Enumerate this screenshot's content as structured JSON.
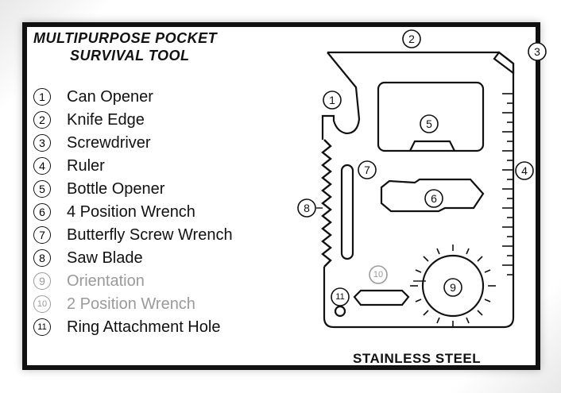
{
  "title": {
    "line1": "MULTIPURPOSE POCKET",
    "line2": "SURVIVAL TOOL"
  },
  "legend": [
    {
      "num": "1",
      "label": "Can Opener"
    },
    {
      "num": "2",
      "label": "Knife Edge"
    },
    {
      "num": "3",
      "label": "Screwdriver"
    },
    {
      "num": "4",
      "label": "Ruler"
    },
    {
      "num": "5",
      "label": "Bottle Opener"
    },
    {
      "num": "6",
      "label": "4 Position Wrench"
    },
    {
      "num": "7",
      "label": "Butterfly Screw Wrench"
    },
    {
      "num": "8",
      "label": "Saw Blade"
    },
    {
      "num": "9",
      "label": "Orientation"
    },
    {
      "num": "10",
      "label": "2 Position Wrench"
    },
    {
      "num": "11",
      "label": "Ring Attachment Hole"
    }
  ],
  "diagram_callouts": [
    "1",
    "2",
    "3",
    "4",
    "5",
    "6",
    "7",
    "8",
    "9",
    "10",
    "11"
  ],
  "footer": "STAINLESS STEEL",
  "colors": {
    "ink": "#111111",
    "faded": "#9a9a9a",
    "background": "#ffffff"
  }
}
